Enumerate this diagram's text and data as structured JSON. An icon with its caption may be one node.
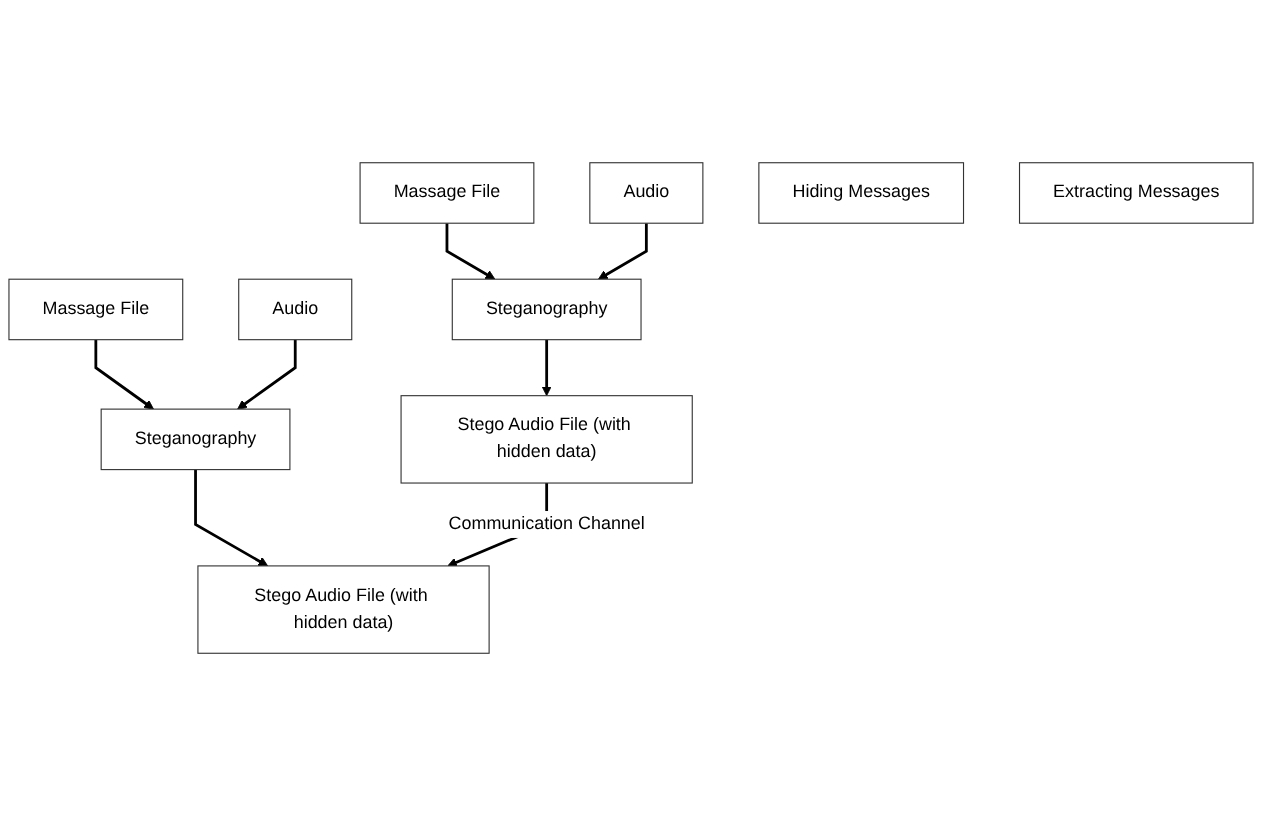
{
  "diagram": {
    "nodes": [
      {
        "text": [
          "Massage File"
        ]
      },
      {
        "text": [
          "Audio"
        ]
      },
      {
        "text": [
          "Massage File"
        ]
      },
      {
        "text": [
          "Audio"
        ]
      },
      {
        "text": [
          "Steganography"
        ]
      },
      {
        "text": [
          "Steganography"
        ]
      },
      {
        "text": [
          "Stego Audio File (with hidden data)"
        ]
      },
      {
        "text": [
          "Stego Audio File (with hidden data)"
        ]
      },
      {
        "text": [
          "Hiding Messages"
        ]
      },
      {
        "text": [
          "Extracting Messages"
        ]
      }
    ],
    "edges": [
      {
        "from": 0,
        "to": 4,
        "arrow": "to"
      },
      {
        "from": 1,
        "to": 4,
        "arrow": "to"
      },
      {
        "from": 2,
        "to": 5,
        "arrow": "to"
      },
      {
        "from": 3,
        "to": 5,
        "arrow": "to"
      },
      {
        "from": 4,
        "to": 6,
        "arrow": "to"
      },
      {
        "from": 5,
        "to": 7,
        "arrow": "to"
      },
      {
        "from": 6,
        "to": 7,
        "label": "Communication Channel",
        "arrow": "to"
      }
    ]
  }
}
